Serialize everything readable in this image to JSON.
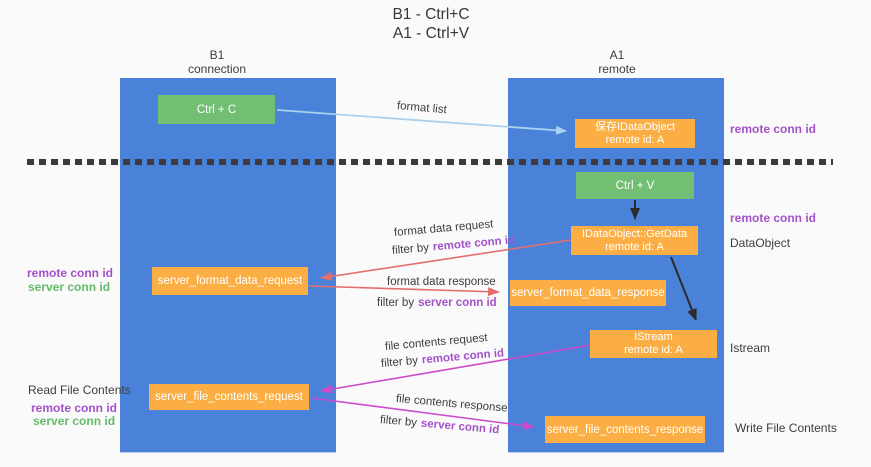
{
  "title": {
    "line1": "B1 - Ctrl+C",
    "line2": "A1 - Ctrl+V"
  },
  "columns": {
    "left": {
      "name": "B1",
      "role": "connection"
    },
    "right": {
      "name": "A1",
      "role": "remote"
    }
  },
  "boxes": {
    "ctrl_c": {
      "label": "Ctrl + C"
    },
    "ctrl_v": {
      "label": "Ctrl + V"
    },
    "save_idataobject": {
      "line1": "保存IDataObject",
      "line2": "remote id: A"
    },
    "idataobject_getdata": {
      "line1": "IDataObject::GetData",
      "line2": "remote id: A"
    },
    "istream": {
      "line1": "IStream",
      "line2": "remote id: A"
    },
    "server_format_data_request": {
      "label": "server_format_data_request"
    },
    "server_format_data_response": {
      "label": "server_format_data_response"
    },
    "server_file_contents_request": {
      "label": "server_file_contents_request"
    },
    "server_file_contents_response": {
      "label": "server_file_contents_response"
    }
  },
  "flow_labels": {
    "format_list": "format list",
    "format_data_request": "format data request",
    "format_data_response": "format data response",
    "file_contents_request": "file contents request",
    "file_contents_response": "file contents response",
    "filter_by": "filter by",
    "remote_conn_id": "remote conn id",
    "server_conn_id": "server conn id"
  },
  "side_labels": {
    "remote_conn_id_right_top": "remote conn id",
    "remote_conn_id_right_mid": "remote conn id",
    "dataobject": "DataObject",
    "istream": "Istream",
    "write_file_contents": "Write File Contents",
    "read_file_contents": "Read File Contents",
    "remote_conn_id_left_top": "remote conn id",
    "server_conn_id_left_top": "server conn id",
    "remote_conn_id_left_bottom": "remote conn id",
    "server_conn_id_left_bottom": "server conn id"
  },
  "colors": {
    "column_blue": "#4a82d9",
    "box_orange": "#fbae44",
    "box_green": "#72bf74",
    "arrow_light_blue": "#a8d2f0",
    "arrow_salmon": "#e26e6e",
    "arrow_magenta": "#cb4bcb",
    "arrow_black": "#2b2b2b",
    "text_purple": "#a352c9",
    "text_green": "#63bb6b",
    "text_dark": "#3d3d3d"
  }
}
